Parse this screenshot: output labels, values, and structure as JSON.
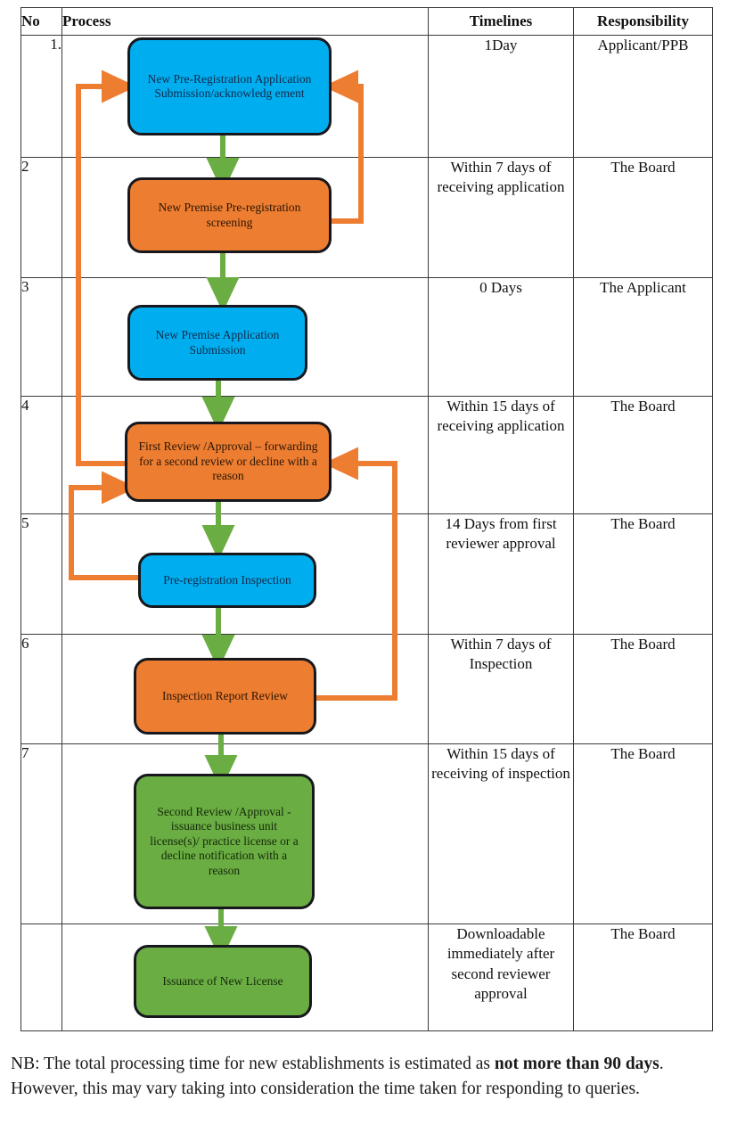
{
  "table": {
    "headers": [
      "No",
      "Process",
      "Timelines",
      "Responsibility"
    ],
    "rows": [
      {
        "no": "1.",
        "process": "New Pre-Registration Application Submission/acknowledgement",
        "timeline": "1Day",
        "responsibility": "Applicant/PPB"
      },
      {
        "no": "2",
        "process": "New Premise Pre-registration screening",
        "timeline": "Within 7 days of receiving application",
        "responsibility": "The Board"
      },
      {
        "no": "3",
        "process": "New Premise Application Submission",
        "timeline": "0 Days",
        "responsibility": "The Applicant"
      },
      {
        "no": "4",
        "process": "First Review /Approval – forwarding for a second review or decline with a reason",
        "timeline": "Within 15 days of receiving application",
        "responsibility": "The Board"
      },
      {
        "no": "5",
        "process": "Pre-registration Inspection",
        "timeline": "14 Days from first reviewer approval",
        "responsibility": "The Board"
      },
      {
        "no": "6",
        "process": "Inspection Report Review",
        "timeline": "Within 7 days of Inspection",
        "responsibility": "The Board"
      },
      {
        "no": "7",
        "process": "Second Review /Approval - issuance business unit license(s)/ practice license or a decline notification with a reason",
        "timeline": "Within 15 days of receiving of inspection",
        "responsibility": "The Board"
      },
      {
        "no": "",
        "process": "Issuance of New License",
        "timeline": "Downloadable immediately after second reviewer approval",
        "responsibility": "The Board"
      }
    ]
  },
  "flowchart": {
    "type": "flowchart",
    "nodes": [
      {
        "id": "n1",
        "label": "New Pre-Registration Application Submission/acknowledg ement",
        "color": "blue",
        "hex": "#00AEEF"
      },
      {
        "id": "n2",
        "label": "New Premise Pre-registration screening",
        "color": "orange",
        "hex": "#ED7D31"
      },
      {
        "id": "n3",
        "label": "New Premise Application Submission",
        "color": "blue",
        "hex": "#00AEEF"
      },
      {
        "id": "n4",
        "label": "First Review /Approval – forwarding for a second review or decline with a reason",
        "color": "orange",
        "hex": "#ED7D31"
      },
      {
        "id": "n5",
        "label": "Pre-registration Inspection",
        "color": "blue",
        "hex": "#00AEEF"
      },
      {
        "id": "n6",
        "label": "Inspection Report Review",
        "color": "orange",
        "hex": "#ED7D31"
      },
      {
        "id": "n7",
        "label": "Second Review /Approval - issuance business unit license(s)/ practice license or a decline notification with a reason",
        "color": "green",
        "hex": "#6AAD43"
      },
      {
        "id": "n8",
        "label": "Issuance of New License",
        "color": "green",
        "hex": "#6AAD43"
      }
    ],
    "forward_edges": [
      {
        "from": "n1",
        "to": "n2"
      },
      {
        "from": "n2",
        "to": "n3"
      },
      {
        "from": "n3",
        "to": "n4"
      },
      {
        "from": "n4",
        "to": "n5"
      },
      {
        "from": "n5",
        "to": "n6"
      },
      {
        "from": "n6",
        "to": "n7"
      },
      {
        "from": "n7",
        "to": "n8"
      }
    ],
    "feedback_edges": [
      {
        "from": "n2",
        "to": "n1",
        "side": "right"
      },
      {
        "from": "n4",
        "to": "n1",
        "side": "left"
      },
      {
        "from": "n5",
        "to": "n4",
        "side": "left"
      },
      {
        "from": "n6",
        "to": "n4",
        "side": "right"
      }
    ],
    "colors": {
      "forward_arrow": "#6AAD43",
      "feedback_arrow": "#ED7D31",
      "node_border": "#16181d"
    }
  },
  "note": {
    "part1": "NB: The total processing time for new establishments  is estimated as ",
    "bold": "not more than 90 days",
    "part2": ". However, this may vary taking into consideration the time taken for responding to queries."
  }
}
